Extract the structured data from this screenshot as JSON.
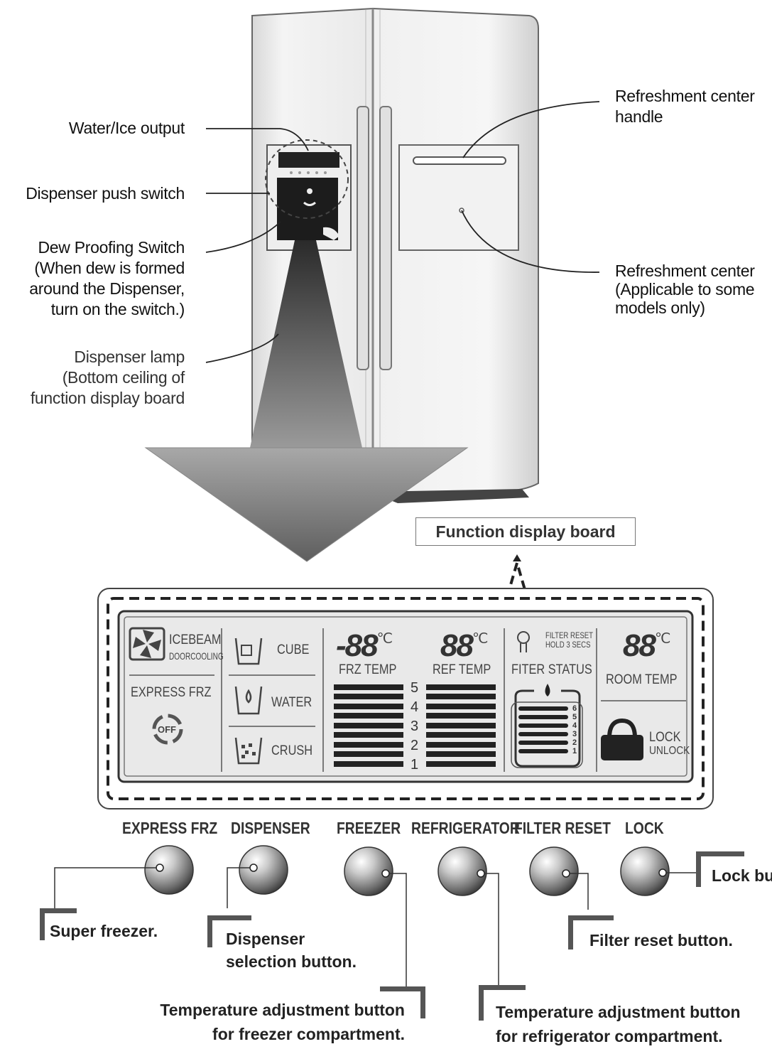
{
  "fridge_labels": {
    "water_ice_output": "Water/Ice output",
    "dispenser_push_switch": "Dispenser push switch",
    "dew_proofing": [
      "Dew Proofing Switch",
      "(When dew is formed",
      "around the Dispenser,",
      "turn on the switch.)"
    ],
    "dispenser_lamp": [
      "Dispenser lamp",
      "(Bottom ceiling of",
      "function display board"
    ],
    "refreshment_handle": [
      "Refreshment center",
      "handle"
    ],
    "refreshment_center": [
      "Refreshment center",
      "(Applicable to some",
      "models only)"
    ]
  },
  "function_display_board": "Function display board",
  "display": {
    "icebeam": "ICEBEAM",
    "doorcooling": "DOORCOOLING",
    "express_frz": "EXPRESS FRZ",
    "off": "OFF",
    "cube": "CUBE",
    "water": "WATER",
    "crush": "CRUSH",
    "frz_readout": "-88",
    "ref_readout": "88",
    "room_readout": "88",
    "degree_unit": "℃",
    "frz_temp": "FRZ TEMP",
    "ref_temp": "REF TEMP",
    "levels": [
      "5",
      "4",
      "3",
      "2",
      "1"
    ],
    "filter_reset_line1": "FILTER RESET",
    "filter_reset_line2": "HOLD 3 SECS",
    "filter_status": "FITER STATUS",
    "filter_levels": [
      "6",
      "5",
      "4",
      "3",
      "2",
      "1"
    ],
    "room_temp": "ROOM TEMP",
    "lock": "LOCK",
    "unlock": "UNLOCK"
  },
  "buttons": [
    {
      "label": "EXPRESS FRZ"
    },
    {
      "label": "DISPENSER"
    },
    {
      "label": "FREEZER"
    },
    {
      "label": "REFRIGERATOR"
    },
    {
      "label": "FILTER RESET"
    },
    {
      "label": "LOCK"
    }
  ],
  "callouts": {
    "super_freezer": "Super freezer.",
    "dispenser_selection": [
      "Dispenser",
      "selection button."
    ],
    "temp_freezer": [
      "Temperature adjustment button",
      "for freezer compartment."
    ],
    "temp_refrigerator": [
      "Temperature adjustment button",
      "for refrigerator compartment."
    ],
    "filter_reset_button": "Filter reset  button.",
    "lock_button": "Lock bu"
  }
}
